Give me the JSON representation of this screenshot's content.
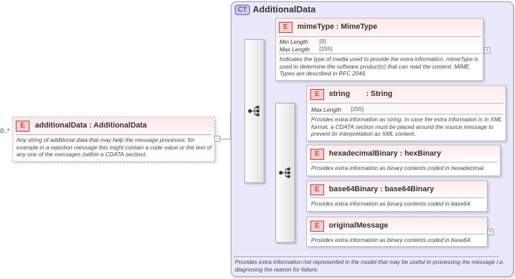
{
  "root": {
    "cardinality": "0..*",
    "badge": "E",
    "name": "additionalData",
    "separator": " : ",
    "type": "AdditionalData",
    "description": "Any string of additional data that may help the message processor, for example in a rejection message this might contain a code value or the text of any one of the messages (within a CDATA section).",
    "collapse_glyph": "−"
  },
  "complex_type": {
    "badge": "CT",
    "name": "AdditionalData",
    "description": "Provides extra information not represented in the model that may be useful in processing the message i.e. diagnosing the reason for failure."
  },
  "elements": [
    {
      "badge": "E",
      "name": "mimeType",
      "type": "MimeType",
      "facets": [
        {
          "label": "Min Length",
          "value": "[0]"
        },
        {
          "label": "Max Length",
          "value": "[255]"
        }
      ],
      "description": "Indicates the type of media used to provide the extra information. mimeType is used to determine the software product(s) that can read the content. MIME Types are described in RFC 2046.",
      "expand_glyph": "+"
    },
    {
      "badge": "E",
      "name": "string",
      "type": "String",
      "facets": [
        {
          "label": "Max Length",
          "value": "[255]"
        }
      ],
      "description": "Provides extra information as string. In case the extra information is in XML format, a CDATA section must be placed around the source message to prevent its interpretation as XML content."
    },
    {
      "badge": "E",
      "name": "hexadecimalBinary",
      "type": "hexBinary",
      "description": "Provides extra information as binary contents coded in hexadecimal."
    },
    {
      "badge": "E",
      "name": "base64Binary",
      "type": "base64Binary",
      "description": "Provides extra information as binary contents coded in base64."
    },
    {
      "badge": "E",
      "name": "originalMessage",
      "description": "Provides extra information as binary contents coded in base64.",
      "expand_glyph": "+"
    }
  ],
  "colors": {
    "ct_fill": "#e9e9fb",
    "element_badge": "#ffcccc",
    "element_badge_border": "#b04444",
    "connector": "#9a9a9a"
  }
}
